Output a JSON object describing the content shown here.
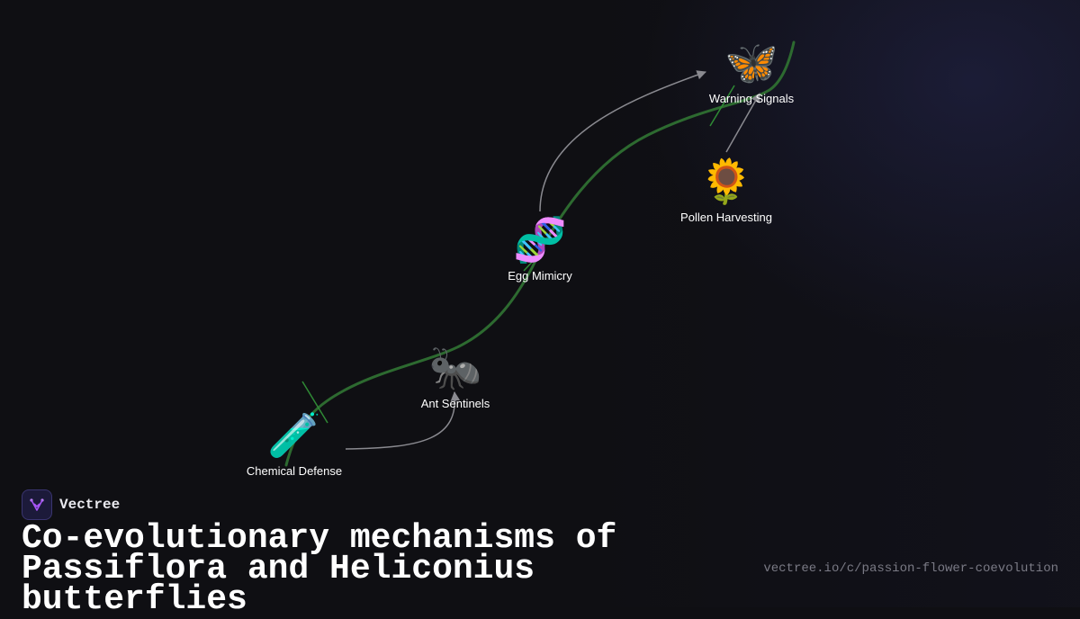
{
  "brand": {
    "name": "Vectree",
    "logo_icon": "vectree-logo-icon"
  },
  "title": "Co-evolutionary mechanisms of Passiflora and Heliconius butterflies",
  "url": "vectree.io/c/passion-flower-coevolution",
  "colors": {
    "background": "#0f0f13",
    "main_path": "#2d6a30",
    "connector": "#8a8a90",
    "label": "#ffffff",
    "brand_accent": "#a855f7"
  },
  "nodes": [
    {
      "id": "chemical-defense",
      "emoji": "🧪",
      "icon": "test-tube-icon",
      "label": "Chemical Defense"
    },
    {
      "id": "ant-sentinels",
      "emoji": "🐜",
      "icon": "ant-icon",
      "label": "Ant Sentinels"
    },
    {
      "id": "egg-mimicry",
      "emoji": "🧬",
      "icon": "dna-icon",
      "label": "Egg Mimicry"
    },
    {
      "id": "pollen-harvesting",
      "emoji": "🌻",
      "icon": "sunflower-icon",
      "label": "Pollen Harvesting"
    },
    {
      "id": "warning-signals",
      "emoji": "🦋",
      "icon": "butterfly-icon",
      "label": "Warning Signals"
    }
  ],
  "edges": [
    {
      "from": "Chemical Defense",
      "to": "Ant Sentinels"
    },
    {
      "from": "Egg Mimicry",
      "to": "Warning Signals"
    },
    {
      "from": "Pollen Harvesting",
      "to": "Warning Signals"
    }
  ]
}
